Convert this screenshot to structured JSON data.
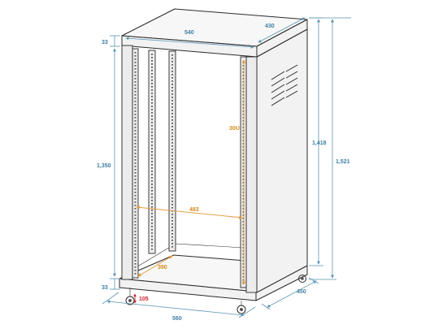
{
  "diagram": {
    "dimensions": {
      "top_width": "540",
      "top_depth": "430",
      "top_frame_height": "33",
      "inner_height": "1,350",
      "bottom_frame_height": "33",
      "side_height": "1,418",
      "total_height": "1,521",
      "base_width": "560",
      "base_depth": "450",
      "caster_height": "105",
      "rack_units": "30U",
      "rail_spacing": "483",
      "rail_depth": "390"
    },
    "colors": {
      "dimension": "#3d7fa3",
      "orange": "#d98a1f",
      "red": "#d0202a",
      "outline": "#2b2b2b"
    }
  }
}
